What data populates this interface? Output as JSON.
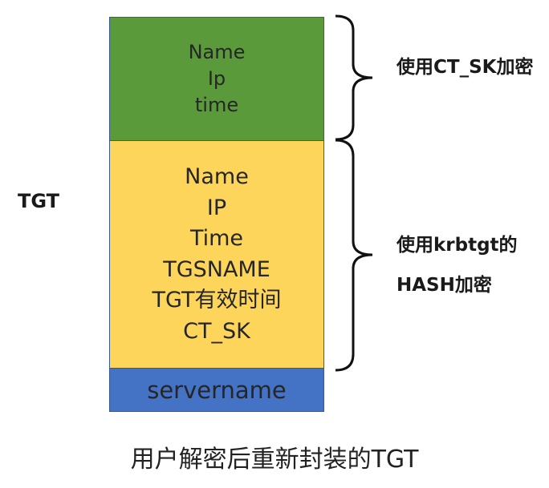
{
  "green_box": {
    "lines": [
      "Name",
      "Ip",
      "time"
    ],
    "color": "#5a9a3a"
  },
  "yellow_box": {
    "lines": [
      "Name",
      "IP",
      "Time",
      "TGSNAME",
      "TGT有效时间",
      "CT_SK"
    ],
    "color": "#fdd55a"
  },
  "blue_box": {
    "label": "servername",
    "color": "#4472c4"
  },
  "tgt_label": "TGT",
  "top_brace_label": "使用CT_SK加密",
  "bottom_brace_label": [
    "使用krbtgt的",
    "HASH加密"
  ],
  "caption": "用户解密后重新封装的TGT"
}
